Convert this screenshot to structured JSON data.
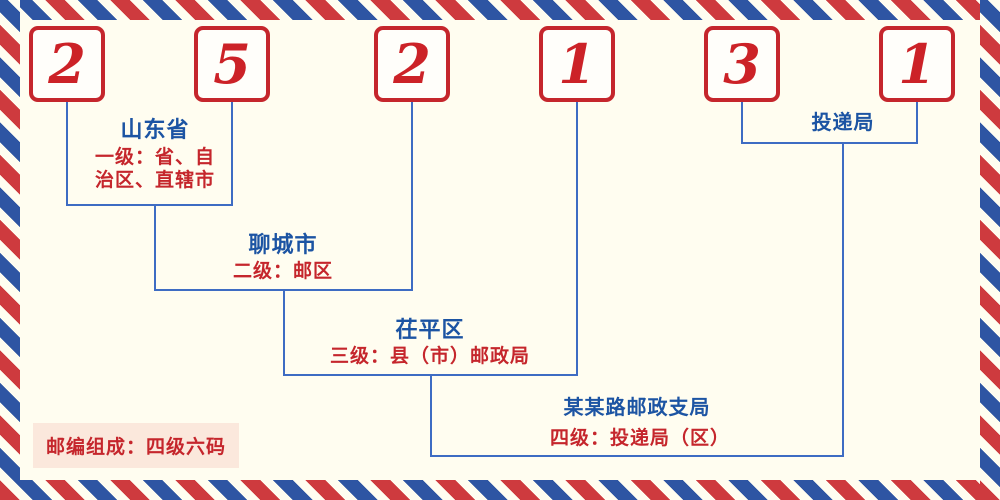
{
  "postal_code": {
    "value": "252131",
    "digits": [
      "2",
      "5",
      "2",
      "1",
      "3",
      "1"
    ]
  },
  "levels": [
    {
      "name": "山东省",
      "desc_lines": [
        "一级：省、自",
        "治区、直辖市"
      ]
    },
    {
      "name": "聊城市",
      "desc_lines": [
        "二级：邮区"
      ]
    },
    {
      "name": "茌平区",
      "desc_lines": [
        "三级：县（市）邮政局"
      ]
    },
    {
      "name": "某某路邮政支局",
      "desc_lines": [
        "四级：投递局（区）"
      ]
    }
  ],
  "labels": {
    "delivery_bureau": "投递局",
    "footer_badge": "邮编组成：四级六码"
  },
  "colors": {
    "digit_red": "#cc2227",
    "label_blue": "#1c54a3",
    "line_blue": "#3e6cc3",
    "background": "#fffdf0",
    "stripe_red": "#ce3a3e",
    "stripe_blue": "#2e55a3",
    "badge_background": "#fbe8dc"
  }
}
